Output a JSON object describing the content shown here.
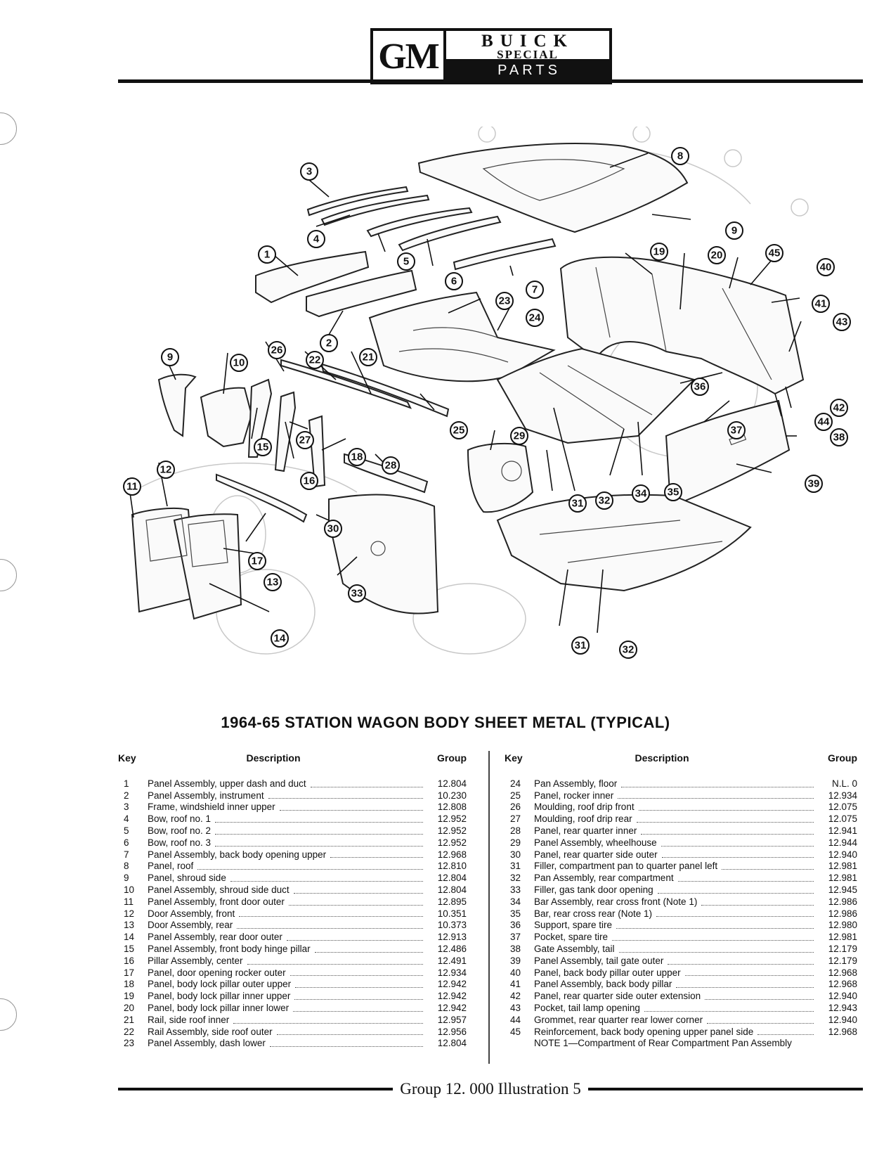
{
  "header": {
    "logo_gm": "GM",
    "logo_brand": "BUICK",
    "logo_model": "SPECIAL",
    "logo_subtitle": "PARTS CATALOGUE"
  },
  "title": "1964-65 STATION WAGON BODY SHEET METAL (TYPICAL)",
  "table_headers": {
    "key": "Key",
    "description": "Description",
    "group": "Group"
  },
  "parts_left": [
    {
      "key": "1",
      "description": "Panel Assembly, upper dash and duct",
      "group": "12.804"
    },
    {
      "key": "2",
      "description": "Panel Assembly, instrument",
      "group": "10.230"
    },
    {
      "key": "3",
      "description": "Frame, windshield inner upper",
      "group": "12.808"
    },
    {
      "key": "4",
      "description": "Bow, roof no. 1",
      "group": "12.952"
    },
    {
      "key": "5",
      "description": "Bow, roof no. 2",
      "group": "12.952"
    },
    {
      "key": "6",
      "description": "Bow, roof no. 3",
      "group": "12.952"
    },
    {
      "key": "7",
      "description": "Panel Assembly, back body opening upper",
      "group": "12.968"
    },
    {
      "key": "8",
      "description": "Panel, roof",
      "group": "12.810"
    },
    {
      "key": "9",
      "description": "Panel, shroud side",
      "group": "12.804"
    },
    {
      "key": "10",
      "description": "Panel Assembly, shroud side duct",
      "group": "12.804"
    },
    {
      "key": "11",
      "description": "Panel Assembly, front door outer",
      "group": "12.895"
    },
    {
      "key": "12",
      "description": "Door Assembly, front",
      "group": "10.351"
    },
    {
      "key": "13",
      "description": "Door Assembly, rear",
      "group": "10.373"
    },
    {
      "key": "14",
      "description": "Panel Assembly, rear door outer",
      "group": "12.913"
    },
    {
      "key": "15",
      "description": "Panel Assembly, front body hinge pillar",
      "group": "12.486"
    },
    {
      "key": "16",
      "description": "Pillar Assembly, center",
      "group": "12.491"
    },
    {
      "key": "17",
      "description": "Panel, door opening rocker outer",
      "group": "12.934"
    },
    {
      "key": "18",
      "description": "Panel, body lock pillar outer upper",
      "group": "12.942"
    },
    {
      "key": "19",
      "description": "Panel, body lock pillar inner upper",
      "group": "12.942"
    },
    {
      "key": "20",
      "description": "Panel, body lock pillar inner lower",
      "group": "12.942"
    },
    {
      "key": "21",
      "description": "Rail, side roof inner",
      "group": "12.957"
    },
    {
      "key": "22",
      "description": "Rail Assembly, side roof outer",
      "group": "12.956"
    },
    {
      "key": "23",
      "description": "Panel Assembly, dash lower",
      "group": "12.804"
    }
  ],
  "parts_right": [
    {
      "key": "24",
      "description": "Pan Assembly, floor",
      "group": "N.L. 0"
    },
    {
      "key": "25",
      "description": "Panel, rocker inner",
      "group": "12.934"
    },
    {
      "key": "26",
      "description": "Moulding, roof drip front",
      "group": "12.075"
    },
    {
      "key": "27",
      "description": "Moulding, roof drip rear",
      "group": "12.075"
    },
    {
      "key": "28",
      "description": "Panel, rear quarter inner",
      "group": "12.941"
    },
    {
      "key": "29",
      "description": "Panel Assembly, wheelhouse",
      "group": "12.944"
    },
    {
      "key": "30",
      "description": "Panel, rear quarter side outer",
      "group": "12.940"
    },
    {
      "key": "31",
      "description": "Filler, compartment pan to quarter panel left",
      "group": "12.981"
    },
    {
      "key": "32",
      "description": "Pan Assembly, rear compartment",
      "group": "12.981"
    },
    {
      "key": "33",
      "description": "Filler, gas tank door opening",
      "group": "12.945"
    },
    {
      "key": "34",
      "description": "Bar Assembly, rear cross front (Note 1)",
      "group": "12.986"
    },
    {
      "key": "35",
      "description": "Bar, rear cross rear (Note 1)",
      "group": "12.986"
    },
    {
      "key": "36",
      "description": "Support, spare tire",
      "group": "12.980"
    },
    {
      "key": "37",
      "description": "Pocket, spare tire",
      "group": "12.981"
    },
    {
      "key": "38",
      "description": "Gate Assembly, tail",
      "group": "12.179"
    },
    {
      "key": "39",
      "description": "Panel Assembly, tail gate outer",
      "group": "12.179"
    },
    {
      "key": "40",
      "description": "Panel, back body pillar outer upper",
      "group": "12.968"
    },
    {
      "key": "41",
      "description": "Panel Assembly, back body pillar",
      "group": "12.968"
    },
    {
      "key": "42",
      "description": "Panel, rear quarter side outer extension",
      "group": "12.940"
    },
    {
      "key": "43",
      "description": "Pocket, tail lamp opening",
      "group": "12.943"
    },
    {
      "key": "44",
      "description": "Grommet, rear quarter rear lower corner",
      "group": "12.940"
    },
    {
      "key": "45",
      "description": "Reinforcement, back body opening upper panel side",
      "group": "12.968"
    }
  ],
  "note": "NOTE 1—Compartment of Rear Compartment Pan Assembly",
  "callouts": [
    {
      "label": "1"
    },
    {
      "label": "2"
    },
    {
      "label": "3"
    },
    {
      "label": "4"
    },
    {
      "label": "5"
    },
    {
      "label": "6"
    },
    {
      "label": "7"
    },
    {
      "label": "8"
    },
    {
      "label": "9"
    },
    {
      "label": "9"
    },
    {
      "label": "10"
    },
    {
      "label": "11"
    },
    {
      "label": "12"
    },
    {
      "label": "13"
    },
    {
      "label": "14"
    },
    {
      "label": "15"
    },
    {
      "label": "16"
    },
    {
      "label": "17"
    },
    {
      "label": "18"
    },
    {
      "label": "19"
    },
    {
      "label": "20"
    },
    {
      "label": "21"
    },
    {
      "label": "22"
    },
    {
      "label": "23"
    },
    {
      "label": "24"
    },
    {
      "label": "25"
    },
    {
      "label": "26"
    },
    {
      "label": "27"
    },
    {
      "label": "28"
    },
    {
      "label": "29"
    },
    {
      "label": "30"
    },
    {
      "label": "31"
    },
    {
      "label": "31"
    },
    {
      "label": "32"
    },
    {
      "label": "32"
    },
    {
      "label": "33"
    },
    {
      "label": "34"
    },
    {
      "label": "35"
    },
    {
      "label": "36"
    },
    {
      "label": "37"
    },
    {
      "label": "38"
    },
    {
      "label": "39"
    },
    {
      "label": "40"
    },
    {
      "label": "41"
    },
    {
      "label": "42"
    },
    {
      "label": "43"
    },
    {
      "label": "44"
    },
    {
      "label": "45"
    }
  ],
  "footer": "Group 12. 000 Illustration 5"
}
